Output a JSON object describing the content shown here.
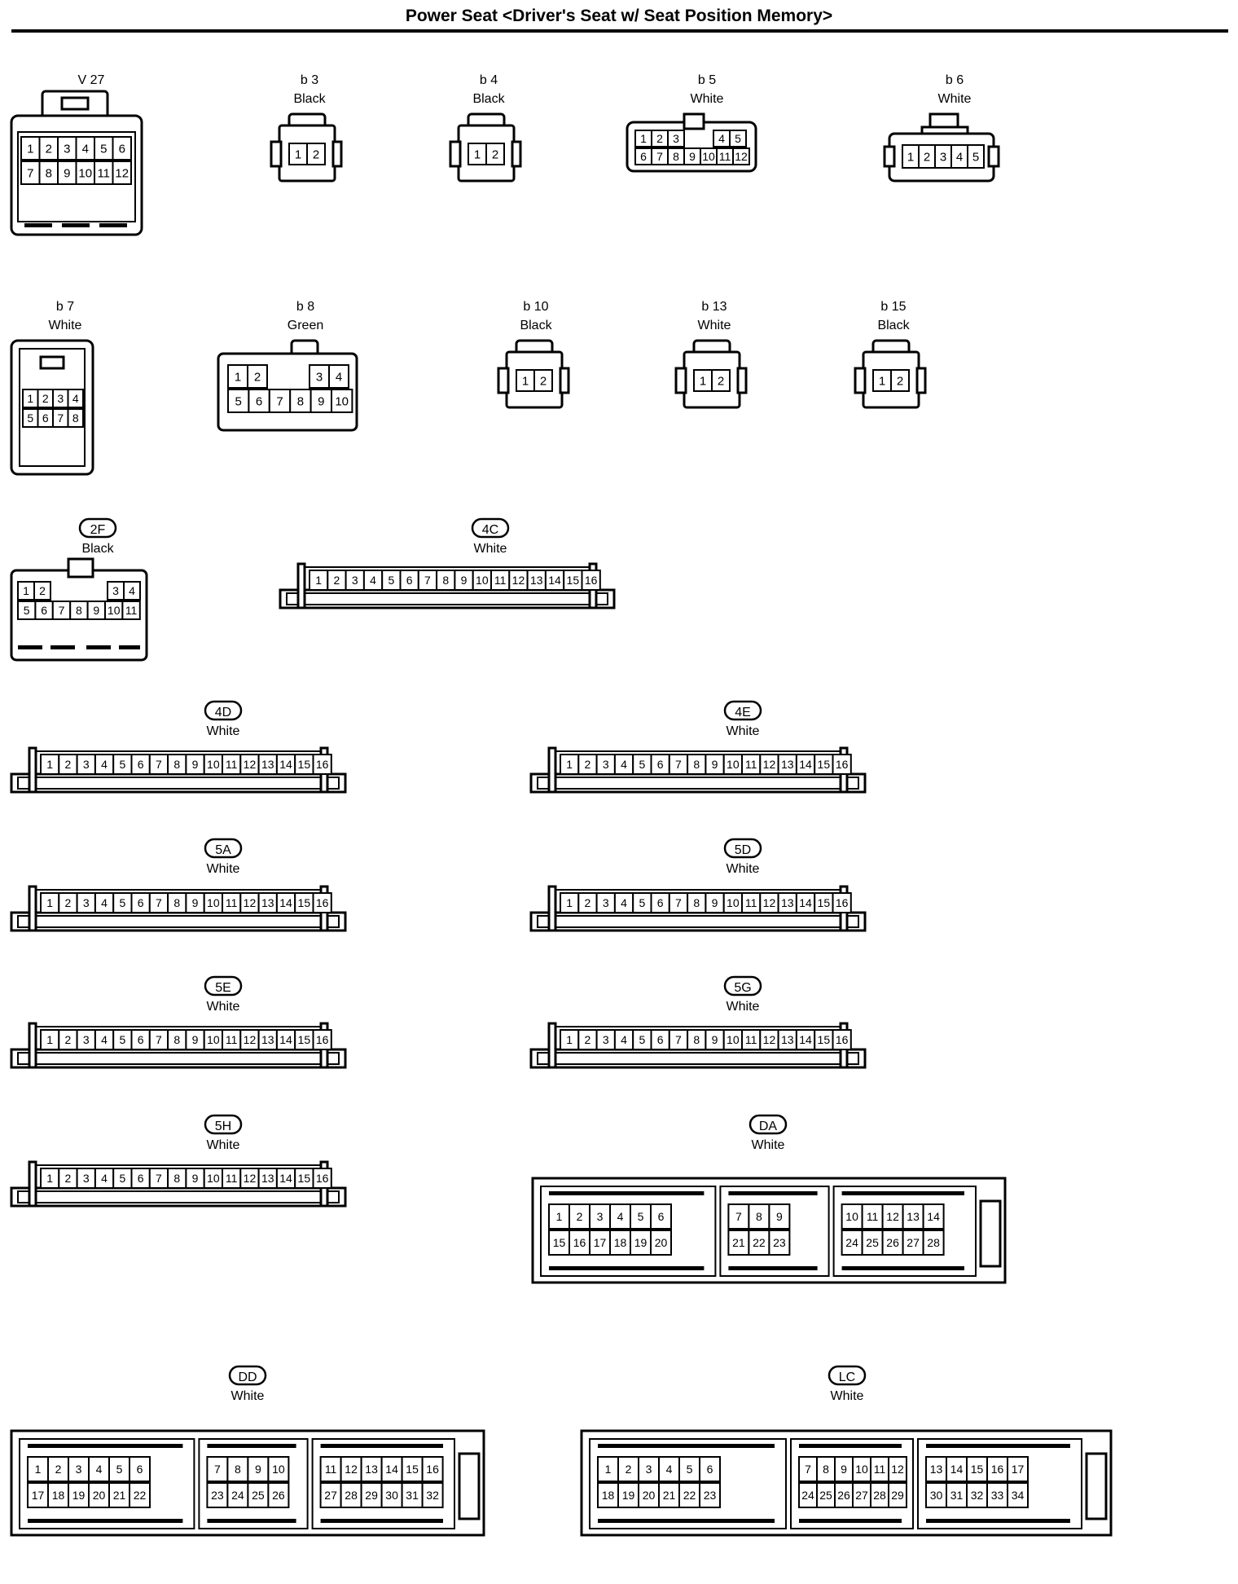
{
  "title": "Power Seat <Driver's Seat w/ Seat Position Memory>",
  "connectors": [
    {
      "id": "V 27",
      "color": "Gray",
      "type": "v27",
      "rows": [
        [
          1,
          2,
          3,
          4,
          5,
          6
        ],
        [
          7,
          8,
          9,
          10,
          11,
          12
        ]
      ]
    },
    {
      "id": "b 3",
      "color": "Black",
      "type": "two",
      "rows": [
        [
          1,
          2
        ]
      ]
    },
    {
      "id": "b 4",
      "color": "Black",
      "type": "two",
      "rows": [
        [
          1,
          2
        ]
      ]
    },
    {
      "id": "b 5",
      "color": "White",
      "type": "b5",
      "rows": [
        [
          1,
          2,
          3,
          4,
          5
        ],
        [
          6,
          7,
          8,
          9,
          10,
          11,
          12
        ]
      ]
    },
    {
      "id": "b 6",
      "color": "White",
      "type": "b6",
      "rows": [
        [
          1,
          2,
          3,
          4,
          5
        ]
      ]
    },
    {
      "id": "b 7",
      "color": "White",
      "type": "b7",
      "rows": [
        [
          1,
          2,
          3,
          4
        ],
        [
          5,
          6,
          7,
          8
        ]
      ]
    },
    {
      "id": "b 8",
      "color": "Green",
      "type": "b8",
      "rows": [
        [
          1,
          2,
          3,
          4
        ],
        [
          5,
          6,
          7,
          8,
          9,
          10
        ]
      ]
    },
    {
      "id": "b 10",
      "color": "Black",
      "type": "two",
      "rows": [
        [
          1,
          2
        ]
      ]
    },
    {
      "id": "b 13",
      "color": "White",
      "type": "two",
      "rows": [
        [
          1,
          2
        ]
      ]
    },
    {
      "id": "b 15",
      "color": "Black",
      "type": "two",
      "rows": [
        [
          1,
          2
        ]
      ]
    },
    {
      "id": "2F",
      "color": "Black",
      "type": "c2f",
      "rows": [
        [
          1,
          2,
          3,
          4
        ],
        [
          5,
          6,
          7,
          8,
          9,
          10,
          11
        ]
      ]
    },
    {
      "id": "4C",
      "color": "White",
      "type": "strip16",
      "rows": [
        [
          1,
          2,
          3,
          4,
          5,
          6,
          7,
          8,
          9,
          10,
          11,
          12,
          13,
          14,
          15,
          16
        ]
      ]
    },
    {
      "id": "4D",
      "color": "White",
      "type": "strip16",
      "rows": [
        [
          1,
          2,
          3,
          4,
          5,
          6,
          7,
          8,
          9,
          10,
          11,
          12,
          13,
          14,
          15,
          16
        ]
      ]
    },
    {
      "id": "4E",
      "color": "White",
      "type": "strip16",
      "rows": [
        [
          1,
          2,
          3,
          4,
          5,
          6,
          7,
          8,
          9,
          10,
          11,
          12,
          13,
          14,
          15,
          16
        ]
      ]
    },
    {
      "id": "5A",
      "color": "White",
      "type": "strip16",
      "rows": [
        [
          1,
          2,
          3,
          4,
          5,
          6,
          7,
          8,
          9,
          10,
          11,
          12,
          13,
          14,
          15,
          16
        ]
      ]
    },
    {
      "id": "5D",
      "color": "White",
      "type": "strip16",
      "rows": [
        [
          1,
          2,
          3,
          4,
          5,
          6,
          7,
          8,
          9,
          10,
          11,
          12,
          13,
          14,
          15,
          16
        ]
      ]
    },
    {
      "id": "5E",
      "color": "White",
      "type": "strip16",
      "rows": [
        [
          1,
          2,
          3,
          4,
          5,
          6,
          7,
          8,
          9,
          10,
          11,
          12,
          13,
          14,
          15,
          16
        ]
      ]
    },
    {
      "id": "5G",
      "color": "White",
      "type": "strip16",
      "rows": [
        [
          1,
          2,
          3,
          4,
          5,
          6,
          7,
          8,
          9,
          10,
          11,
          12,
          13,
          14,
          15,
          16
        ]
      ]
    },
    {
      "id": "5H",
      "color": "White",
      "type": "strip16",
      "rows": [
        [
          1,
          2,
          3,
          4,
          5,
          6,
          7,
          8,
          9,
          10,
          11,
          12,
          13,
          14,
          15,
          16
        ]
      ]
    },
    {
      "id": "DA",
      "color": "White",
      "type": "ecu",
      "groups": [
        {
          "rows": [
            [
              1,
              2,
              3,
              4,
              5,
              6
            ],
            [
              15,
              16,
              17,
              18,
              19,
              20
            ]
          ]
        },
        {
          "rows": [
            [
              7,
              8,
              9
            ],
            [
              21,
              22,
              23
            ]
          ]
        },
        {
          "rows": [
            [
              10,
              11,
              12,
              13,
              14
            ],
            [
              24,
              25,
              26,
              27,
              28
            ]
          ]
        }
      ]
    },
    {
      "id": "DD",
      "color": "White",
      "type": "ecu",
      "groups": [
        {
          "rows": [
            [
              1,
              2,
              3,
              4,
              5,
              6
            ],
            [
              17,
              18,
              19,
              20,
              21,
              22
            ]
          ]
        },
        {
          "rows": [
            [
              7,
              8,
              9,
              10
            ],
            [
              23,
              24,
              25,
              26
            ]
          ]
        },
        {
          "rows": [
            [
              11,
              12,
              13,
              14,
              15,
              16
            ],
            [
              27,
              28,
              29,
              30,
              31,
              32
            ]
          ]
        }
      ]
    },
    {
      "id": "LC",
      "color": "White",
      "type": "ecu",
      "groups": [
        {
          "rows": [
            [
              1,
              2,
              3,
              4,
              5,
              6
            ],
            [
              18,
              19,
              20,
              21,
              22,
              23
            ]
          ]
        },
        {
          "rows": [
            [
              7,
              8,
              9,
              10,
              11,
              12
            ],
            [
              24,
              25,
              26,
              27,
              28,
              29
            ]
          ]
        },
        {
          "rows": [
            [
              13,
              14,
              15,
              16,
              17
            ],
            [
              30,
              31,
              32,
              33,
              34
            ]
          ]
        }
      ]
    }
  ]
}
